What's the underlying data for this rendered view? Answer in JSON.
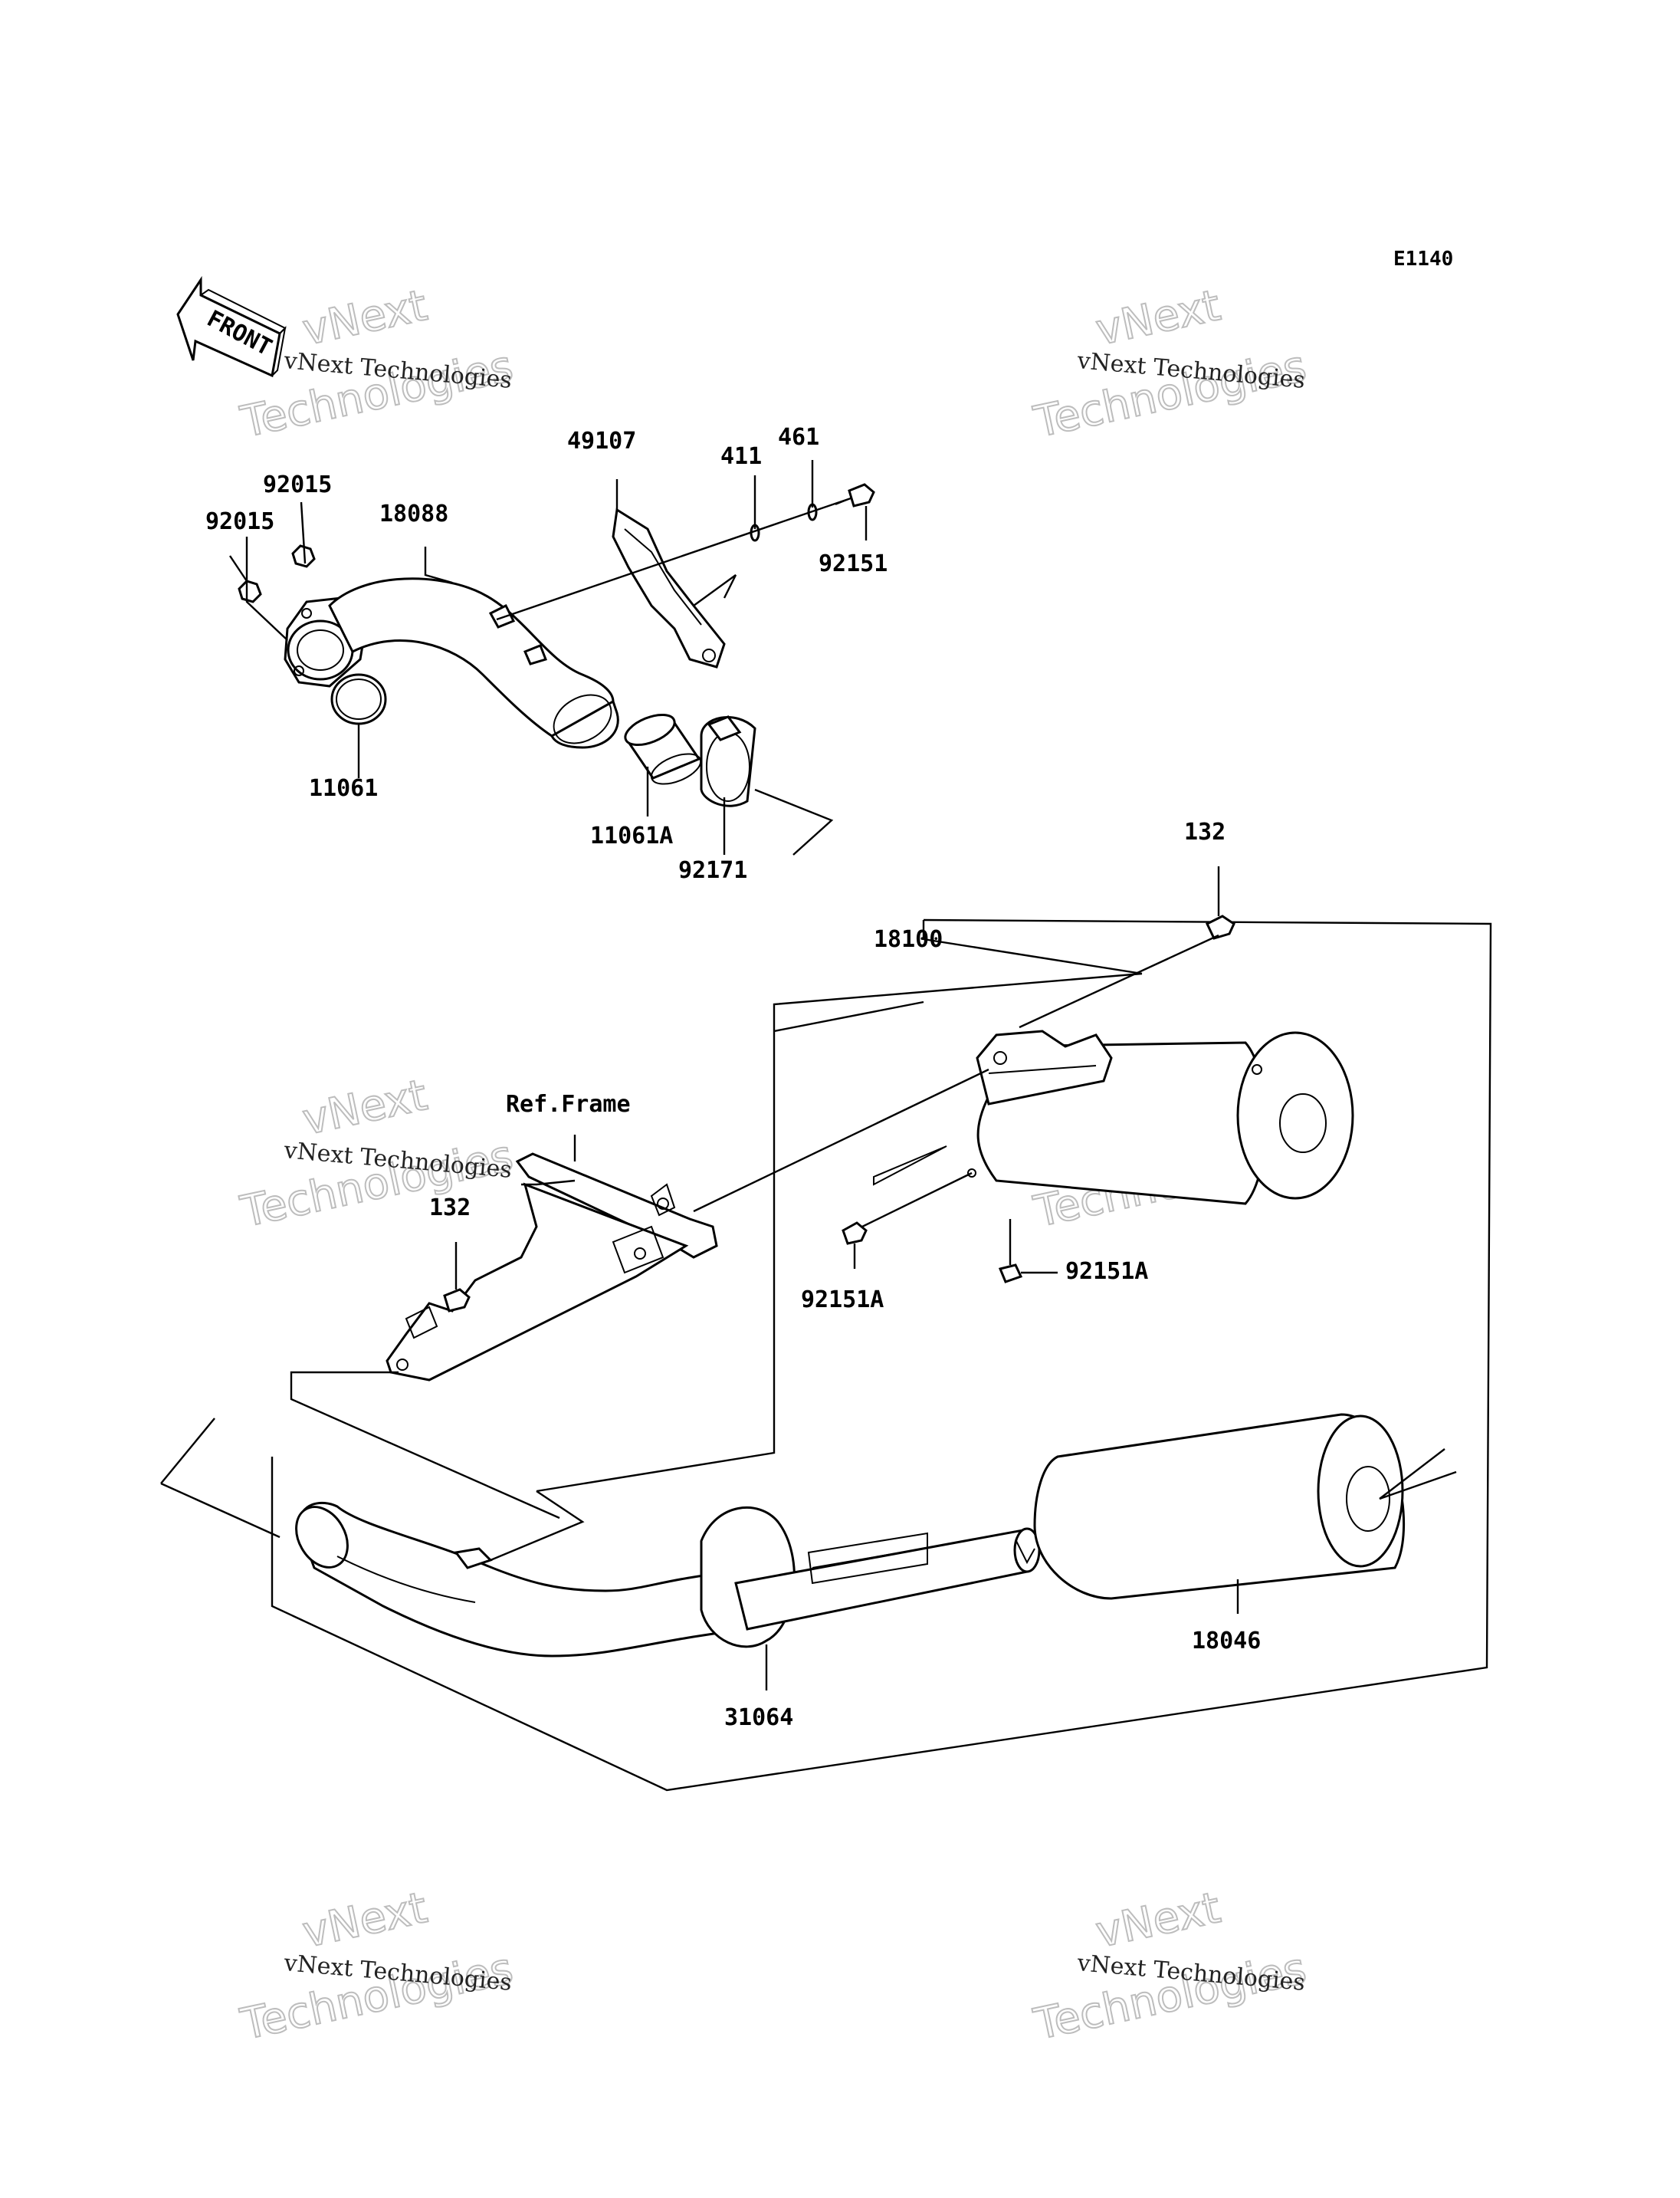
{
  "diagram": {
    "code": "E1140",
    "front_label": "FRONT",
    "ref_frame_label": "Ref.Frame",
    "parts": [
      {
        "id": "p49107",
        "number": "49107"
      },
      {
        "id": "p411",
        "number": "411"
      },
      {
        "id": "p461",
        "number": "461"
      },
      {
        "id": "p92015a",
        "number": "92015"
      },
      {
        "id": "p92015b",
        "number": "92015"
      },
      {
        "id": "p18088",
        "number": "18088"
      },
      {
        "id": "p92151",
        "number": "92151"
      },
      {
        "id": "p11061",
        "number": "11061"
      },
      {
        "id": "p11061A",
        "number": "11061A"
      },
      {
        "id": "p92171",
        "number": "92171"
      },
      {
        "id": "p132a",
        "number": "132"
      },
      {
        "id": "p18100",
        "number": "18100"
      },
      {
        "id": "p132b",
        "number": "132"
      },
      {
        "id": "p92151A_left",
        "number": "92151A"
      },
      {
        "id": "p92151A_right",
        "number": "92151A"
      },
      {
        "id": "p18046",
        "number": "18046"
      },
      {
        "id": "p31064",
        "number": "31064"
      }
    ]
  },
  "watermark": {
    "line_small": "vNext Technologies",
    "line_big_top": "vNext",
    "line_big_bottom": "Technologies"
  }
}
